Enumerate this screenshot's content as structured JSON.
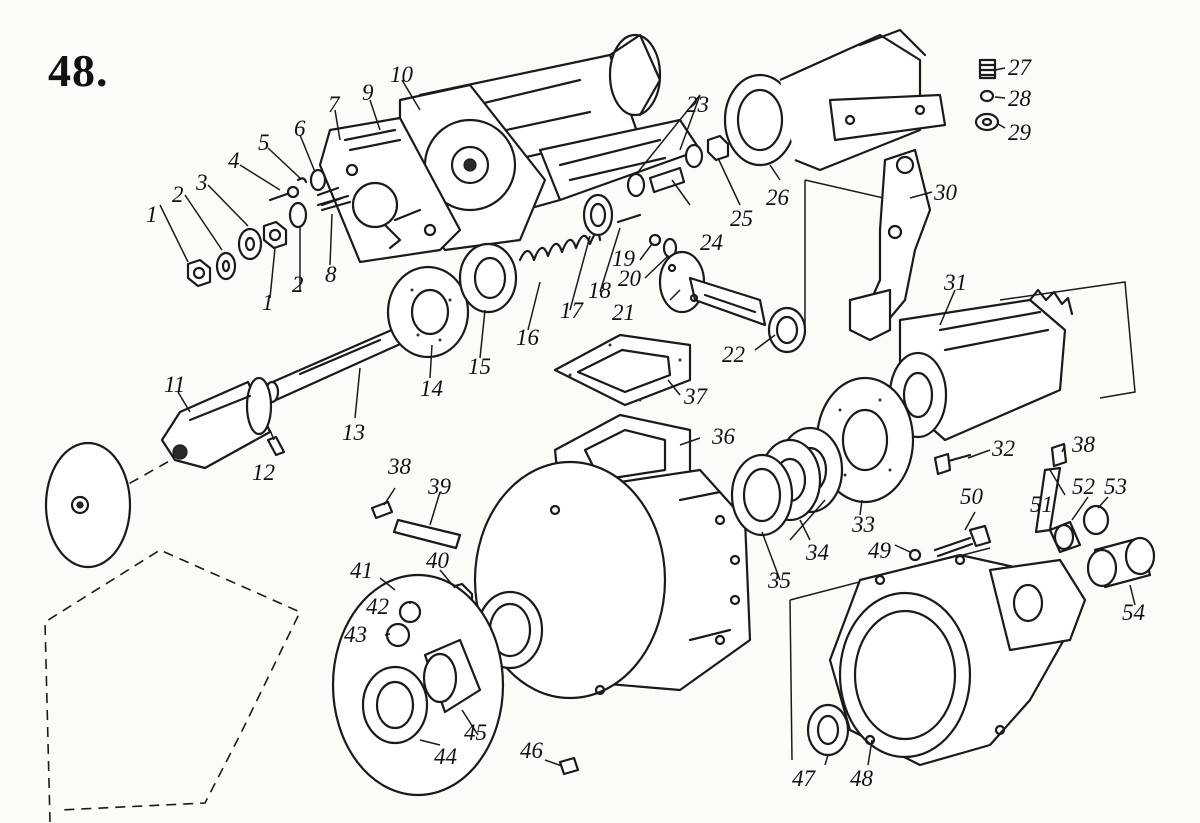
{
  "figure": {
    "title": "48."
  },
  "callouts": [
    {
      "id": "c1a",
      "text": "1"
    },
    {
      "id": "c2a",
      "text": "2"
    },
    {
      "id": "c3",
      "text": "3"
    },
    {
      "id": "c4",
      "text": "4"
    },
    {
      "id": "c5",
      "text": "5"
    },
    {
      "id": "c6",
      "text": "6"
    },
    {
      "id": "c7",
      "text": "7"
    },
    {
      "id": "c8",
      "text": "8"
    },
    {
      "id": "c9",
      "text": "9"
    },
    {
      "id": "c10",
      "text": "10"
    },
    {
      "id": "c1b",
      "text": "1"
    },
    {
      "id": "c2b",
      "text": "2"
    },
    {
      "id": "c11",
      "text": "11"
    },
    {
      "id": "c12",
      "text": "12"
    },
    {
      "id": "c13",
      "text": "13"
    },
    {
      "id": "c14",
      "text": "14"
    },
    {
      "id": "c15",
      "text": "15"
    },
    {
      "id": "c16",
      "text": "16"
    },
    {
      "id": "c17",
      "text": "17"
    },
    {
      "id": "c18",
      "text": "18"
    },
    {
      "id": "c19",
      "text": "19"
    },
    {
      "id": "c20",
      "text": "20"
    },
    {
      "id": "c21",
      "text": "21"
    },
    {
      "id": "c22",
      "text": "22"
    },
    {
      "id": "c23",
      "text": "23"
    },
    {
      "id": "c24",
      "text": "24"
    },
    {
      "id": "c25",
      "text": "25"
    },
    {
      "id": "c26",
      "text": "26"
    },
    {
      "id": "c27",
      "text": "27"
    },
    {
      "id": "c28",
      "text": "28"
    },
    {
      "id": "c29",
      "text": "29"
    },
    {
      "id": "c30",
      "text": "30"
    },
    {
      "id": "c31",
      "text": "31"
    },
    {
      "id": "c32",
      "text": "32"
    },
    {
      "id": "c33",
      "text": "33"
    },
    {
      "id": "c34",
      "text": "34"
    },
    {
      "id": "c35",
      "text": "35"
    },
    {
      "id": "c36",
      "text": "36"
    },
    {
      "id": "c37",
      "text": "37"
    },
    {
      "id": "c38a",
      "text": "38"
    },
    {
      "id": "c38b",
      "text": "38"
    },
    {
      "id": "c39",
      "text": "39"
    },
    {
      "id": "c40",
      "text": "40"
    },
    {
      "id": "c41",
      "text": "41"
    },
    {
      "id": "c42",
      "text": "42"
    },
    {
      "id": "c43",
      "text": "43"
    },
    {
      "id": "c44",
      "text": "44"
    },
    {
      "id": "c45",
      "text": "45"
    },
    {
      "id": "c46",
      "text": "46"
    },
    {
      "id": "c47",
      "text": "47"
    },
    {
      "id": "c48",
      "text": "48"
    },
    {
      "id": "c49",
      "text": "49"
    },
    {
      "id": "c50",
      "text": "50"
    },
    {
      "id": "c51",
      "text": "51"
    },
    {
      "id": "c52",
      "text": "52"
    },
    {
      "id": "c53",
      "text": "53"
    },
    {
      "id": "c54",
      "text": "54"
    }
  ]
}
